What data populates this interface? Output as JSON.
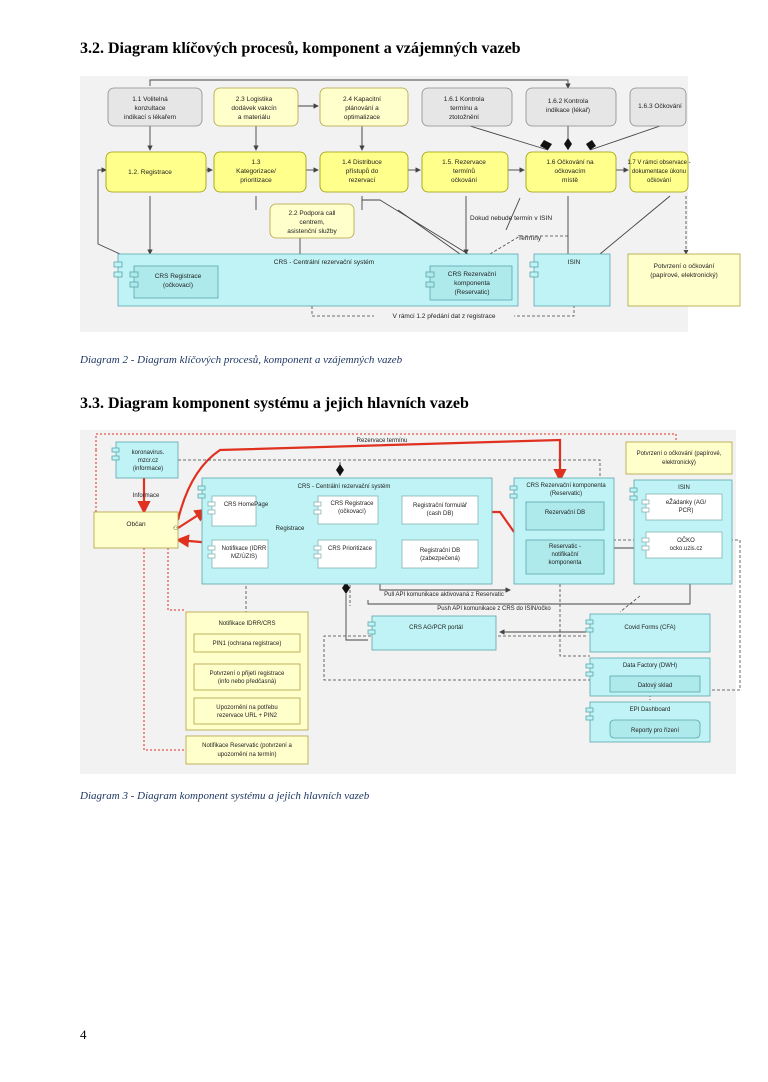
{
  "section_32": {
    "heading": "3.2. Diagram klíčových procesů, komponent a vzájemných vazeb",
    "caption": "Diagram 2 - Diagram klíčových procesů, komponent a vzájemných vazeb",
    "boxes": {
      "b11": [
        "1.1 Volitelná",
        "konzultace",
        "indikací s lékařem"
      ],
      "b23": [
        "2.3 Logistika",
        "dodávek vakcín",
        "a materiálu"
      ],
      "b24": [
        "2.4 Kapacitní",
        "plánování a",
        "optimalizace"
      ],
      "b161": [
        "1.6.1 Kontrola",
        "termínu a",
        "ztotožnění"
      ],
      "b162": [
        "1.6.2 Kontrola",
        "indikace (lékař)"
      ],
      "b163": [
        "1.6.3 Očkování"
      ],
      "b12": [
        "1.2. Registrace"
      ],
      "b13": [
        "1.3",
        "Kategorizace/",
        "prioritizace"
      ],
      "b14": [
        "1.4 Distribuce",
        "přístupů do",
        "rezervací"
      ],
      "b15": [
        "1.5. Rezervace",
        "termínů",
        "očkování"
      ],
      "b16": [
        "1.6 Očkování na",
        "očkovacím",
        "místě"
      ],
      "b17": [
        "1.7 V rámci observace -",
        "dokumentace úkonu",
        "očkování"
      ],
      "b22": [
        "2.2 Podpora call",
        "centrem,",
        "asistenční služby"
      ],
      "crs": [
        "CRS - Centrální rezervační systém"
      ],
      "crs_reg": [
        "CRS Registrace",
        "(očkovací)"
      ],
      "crs_rez": [
        "CRS Rezervační",
        "komponenta",
        "(Reservatic)"
      ],
      "isin": [
        "ISIN"
      ],
      "potvrzeni": [
        "Potvrzení o očkování",
        "(papírové, elektronický)"
      ]
    },
    "labels": {
      "dokud": "Dokud nebude termín v ISIN",
      "terminy": "Termíny",
      "vramci": "V rámci 1.2 předání dat z registrace"
    }
  },
  "section_33": {
    "heading": "3.3. Diagram komponent systému a jejich hlavních vazeb",
    "caption": "Diagram 3 - Diagram komponent systému a jejich hlavních vazeb",
    "boxes": {
      "koronavirus": [
        "koronavirus.",
        "mzcr.cz",
        "(informace)"
      ],
      "obcan": [
        "Občan"
      ],
      "crs": [
        "CRS - Centrální rezervační systém"
      ],
      "homepage": [
        "CRS HomePage"
      ],
      "crs_reg": [
        "CRS Registrace",
        "(očkovací)"
      ],
      "reg_form": [
        "Registrační formulář",
        "(cash DB)"
      ],
      "notif": [
        "Notifikace (IDRR",
        "MZ/ÚZIS)"
      ],
      "prior": [
        "CRS Prioritizace"
      ],
      "reg_db": [
        "Registrační DB",
        "(zabezpečená)"
      ],
      "crs_rez": [
        "CRS Rezervační komponenta",
        "(Reservatic)"
      ],
      "rez_db": [
        "Rezervační DB"
      ],
      "res_notif": [
        "Reservatic -",
        "notifikační",
        "komponenta"
      ],
      "potvrzeni": [
        "Potvrzení o očkování (papírové,",
        "elektronický)"
      ],
      "isin": [
        "ISIN"
      ],
      "ezadanky": [
        "eŽádanky (AG/",
        "PCR)"
      ],
      "ocko": [
        "OČKO",
        "ocko.uzis.cz"
      ],
      "notif_idrr": [
        "Notifikace IDRR/CRS"
      ],
      "pin1": [
        "PIN1 (ochrana registrace)"
      ],
      "potvrz_reg": [
        "Potvrzení o přijetí registrace",
        "(info nebo předčasná)"
      ],
      "upoz": [
        "Upozornění na potřebu",
        "rezervace URL + PIN2"
      ],
      "notif_res": [
        "Notifikace Reservatic (potvrzení a",
        "upozornění na termín)"
      ],
      "agpcr": [
        "CRS AG/PCR portál"
      ],
      "covid": [
        "Covid Forms (CFA)"
      ],
      "dwh": [
        "Data Factory (DWH)"
      ],
      "sklad": [
        "Datový sklad"
      ],
      "epi": [
        "EPI Dashboard"
      ],
      "reporty": [
        "Reporty pro řízení"
      ]
    },
    "labels": {
      "rezervace_terminu": "Rezervace termínu",
      "informace": "Informace",
      "registrace": "Registrace",
      "pull": "Pull API komunikace aktivovaná z Reservatic",
      "push": "Push API komunikace z CRS do ISIN/očko"
    }
  },
  "page_number": "4"
}
